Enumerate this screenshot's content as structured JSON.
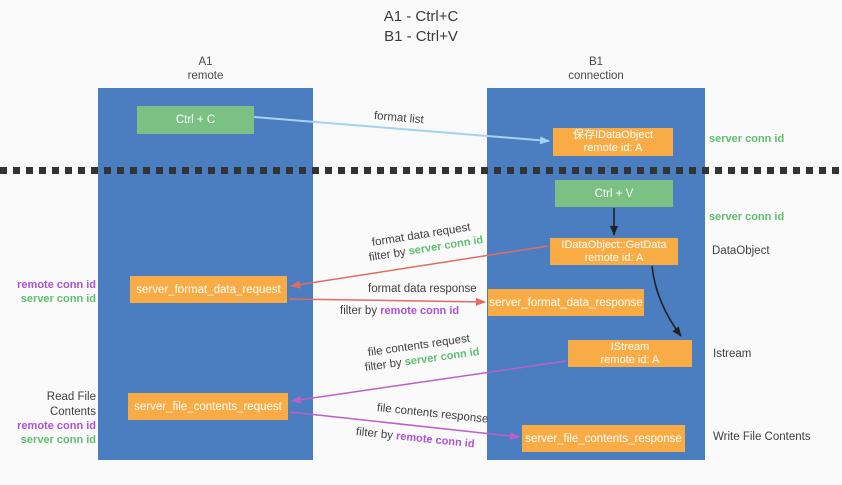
{
  "title": {
    "line1": "A1 - Ctrl+C",
    "line2": "B1 - Ctrl+V"
  },
  "columns": {
    "left": {
      "title": "A1",
      "subtitle": "remote"
    },
    "right": {
      "title": "B1",
      "subtitle": "connection"
    }
  },
  "boxes": {
    "ctrl_c": {
      "label": "Ctrl + C"
    },
    "save_idataobject": {
      "line1": "保存IDataObject",
      "line2": "remote id: A"
    },
    "ctrl_v": {
      "label": "Ctrl + V"
    },
    "getdata": {
      "line1": "IDataObject::GetData",
      "line2": "remote id: A"
    },
    "format_request": {
      "label": "server_format_data_request"
    },
    "format_response": {
      "label": "server_format_data_response"
    },
    "istream": {
      "line1": "IStream",
      "line2": "remote id: A"
    },
    "file_request": {
      "label": "server_file_contents_request"
    },
    "file_response": {
      "label": "server_file_contents_response"
    }
  },
  "labels": {
    "format_list": "format list",
    "format_data_request": "format data request",
    "format_data_response": "format data response",
    "file_contents_request": "file contents request",
    "file_contents_response": "file contents response",
    "filter_by": "filter by ",
    "server_conn_id": "server conn id",
    "remote_conn_id": "remote conn id",
    "read_file_contents": "Read File Contents",
    "write_file_contents": "Write File Contents",
    "data_object": "DataObject",
    "istream": "Istream"
  },
  "colors": {
    "column_blue": "#4A7EC1",
    "box_green": "#7CC184",
    "box_orange": "#F9AC45",
    "green_text": "#5FBE6E",
    "purple_text": "#AE52D4",
    "red_arrow": "#E06C62",
    "magenta_arrow": "#BE5FC8",
    "lightblue_arrow": "#A5D2EF",
    "black_arrow": "#222222"
  }
}
